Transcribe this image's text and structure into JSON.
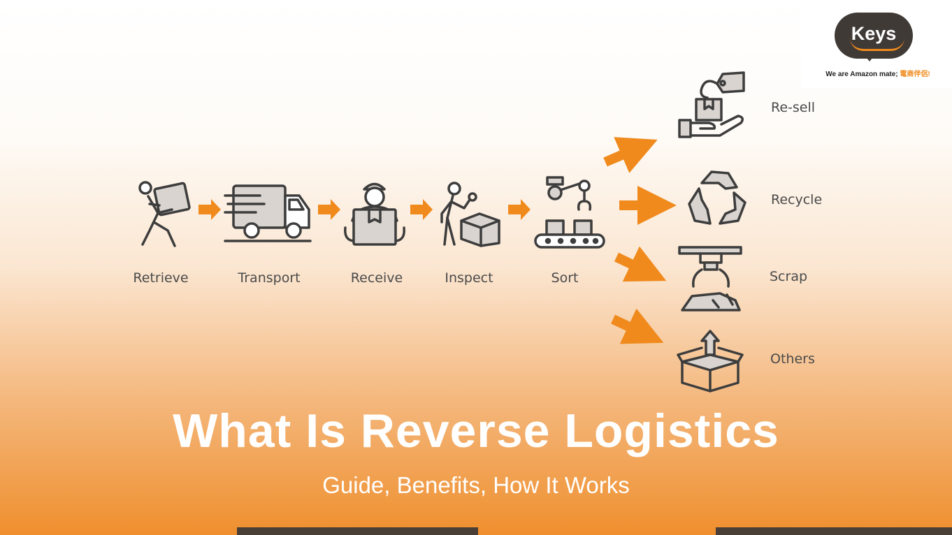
{
  "logo": {
    "brand": "Keys",
    "tagline_en": "We are Amazon mate;",
    "tagline_zh": "電商伴侶!"
  },
  "steps": [
    {
      "label": "Retrieve",
      "icon": "person-carrying-box-icon"
    },
    {
      "label": "Transport",
      "icon": "delivery-truck-icon"
    },
    {
      "label": "Receive",
      "icon": "worker-receiving-box-icon"
    },
    {
      "label": "Inspect",
      "icon": "person-inspecting-box-icon"
    },
    {
      "label": "Sort",
      "icon": "robotic-sorting-conveyor-icon"
    }
  ],
  "outcomes": [
    {
      "label": "Re-sell",
      "icon": "hand-box-price-tag-icon"
    },
    {
      "label": "Recycle",
      "icon": "recycle-icon"
    },
    {
      "label": "Scrap",
      "icon": "scrap-crusher-icon"
    },
    {
      "label": "Others",
      "icon": "open-box-up-arrow-icon"
    }
  ],
  "colors": {
    "accent": "#f08a1c",
    "icon_stroke": "#3d3d3d",
    "icon_fill": "#d9d4cf",
    "bottom_bar_dark": "#4a3f37"
  },
  "heading": {
    "title": "What Is Reverse Logistics",
    "subtitle": "Guide, Benefits, How It Works"
  }
}
